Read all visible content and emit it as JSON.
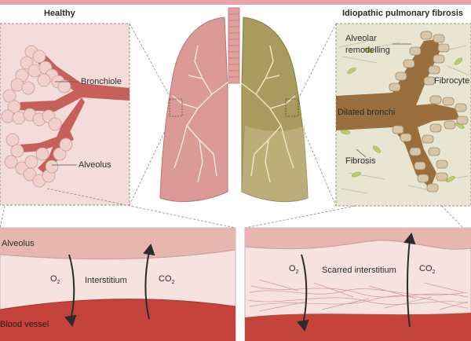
{
  "titles": {
    "healthy": "Healthy",
    "ipf": "Idiopathic pulmonary fibrosis"
  },
  "healthy_labels": {
    "bronchiole": "Bronchiole",
    "alveolus": "Alveolus"
  },
  "ipf_labels": {
    "alveolar_remodelling_1": "Alveolar",
    "alveolar_remodelling_2": "remodelling",
    "fibrocyte": "Fibrocyte",
    "dilated_bronchi": "Dilated bronchi",
    "fibrosis": "Fibrosis"
  },
  "healthy_section": {
    "alveolus": "Alveolus",
    "o2": "O",
    "o2_sub": "2",
    "interstitium": "Interstitium",
    "co2": "CO",
    "co2_sub": "2",
    "blood_vessel": "Blood vessel"
  },
  "ipf_section": {
    "o2": "O",
    "o2_sub": "2",
    "scarred_interstitium": "Scarred interstitium",
    "co2": "CO",
    "co2_sub": "2"
  },
  "colors": {
    "pink_panel": "#f3dcd9",
    "alveoli": "#f1c9c6",
    "lung_healthy": "#d99a96",
    "lung_fibrotic": "#a89a5c",
    "blood": "#c4433b",
    "ipf_panel": "#e6e4cf",
    "fibrotic_tissue": "#9a6e3d"
  }
}
